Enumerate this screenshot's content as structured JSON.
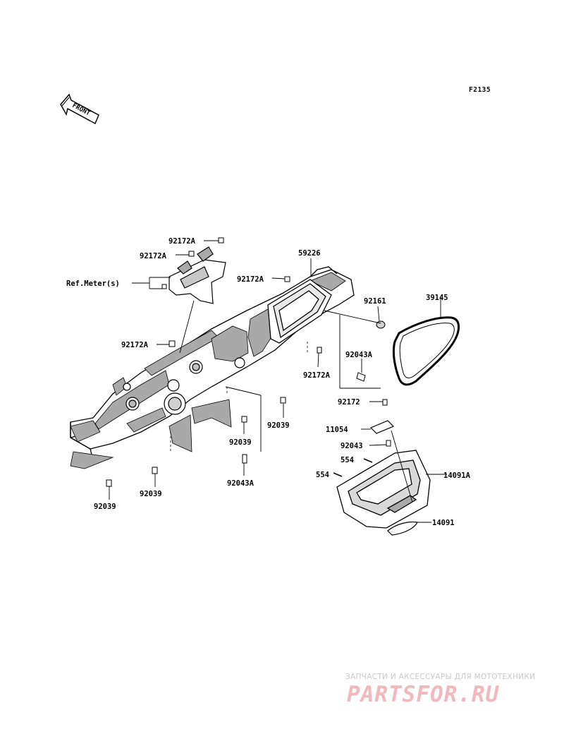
{
  "figure_code": "F2135",
  "front_label": "FRONT",
  "reference_label": "Ref.Meter(s)",
  "part_labels": [
    "92172A",
    "92172A",
    "92172A",
    "92172A",
    "92172A",
    "59226",
    "92161",
    "39145",
    "92043A",
    "92172",
    "11054",
    "92043",
    "554",
    "554",
    "14091A",
    "14091",
    "92039",
    "92039",
    "92039",
    "92039",
    "92043A"
  ],
  "watermark": {
    "tagline": "ЗАПЧАСТИ И АКСЕССУАРЫ ДЛЯ МОТОТЕХНИКИ",
    "logo": "PARTSFOR.RU"
  }
}
